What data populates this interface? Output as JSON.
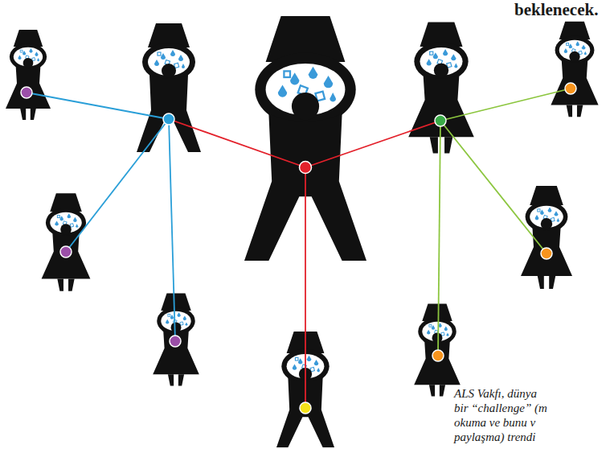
{
  "diagram": {
    "labels": [
      "beklenecek.",
      "ALS Vakfı, dünya",
      "bir “challenge” (m",
      "okuma ve bunu v",
      "paylaşma) trendi"
    ]
  }
}
